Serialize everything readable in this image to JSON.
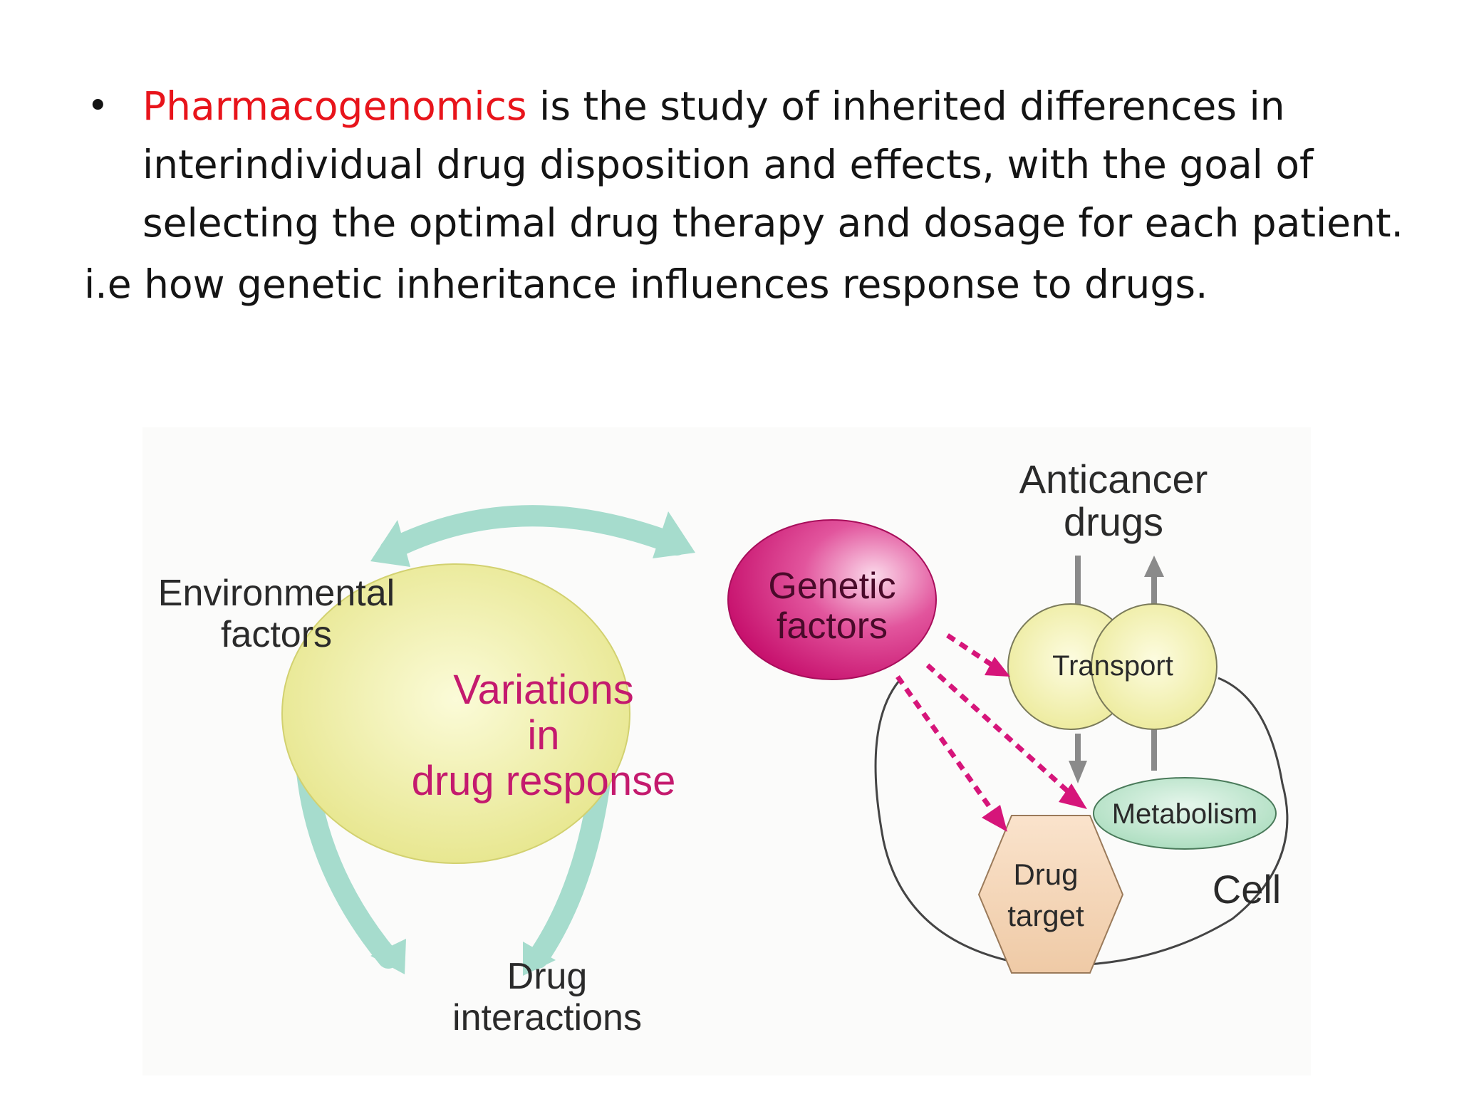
{
  "bullet": {
    "term": "Pharmacogenomics",
    "definition": " is the study of inherited differences in interindividual drug disposition and effects, with the goal of selecting the optimal drug therapy and dosage for each patient."
  },
  "subline": "i.e how genetic inheritance influences response to drugs.",
  "diagram": {
    "environmental": [
      "Environmental",
      "factors"
    ],
    "genetic": [
      "Genetic",
      "factors"
    ],
    "variations": [
      "Variations",
      "in",
      "drug response"
    ],
    "interactions": [
      "Drug",
      "interactions"
    ],
    "anticancer": [
      "Anticancer",
      "drugs"
    ],
    "transport": "Transport",
    "metabolism": "Metabolism",
    "drug_target": [
      "Drug",
      "target"
    ],
    "cell": "Cell",
    "colors": {
      "teal_arrow": "#a6dccd",
      "pink": "#d6157a",
      "yellow": "#f1f0a3",
      "metabolism_fill": "#bfe6cf",
      "target_fill": "#f5d6b6",
      "gray_arrow": "#8a8a8a"
    }
  }
}
